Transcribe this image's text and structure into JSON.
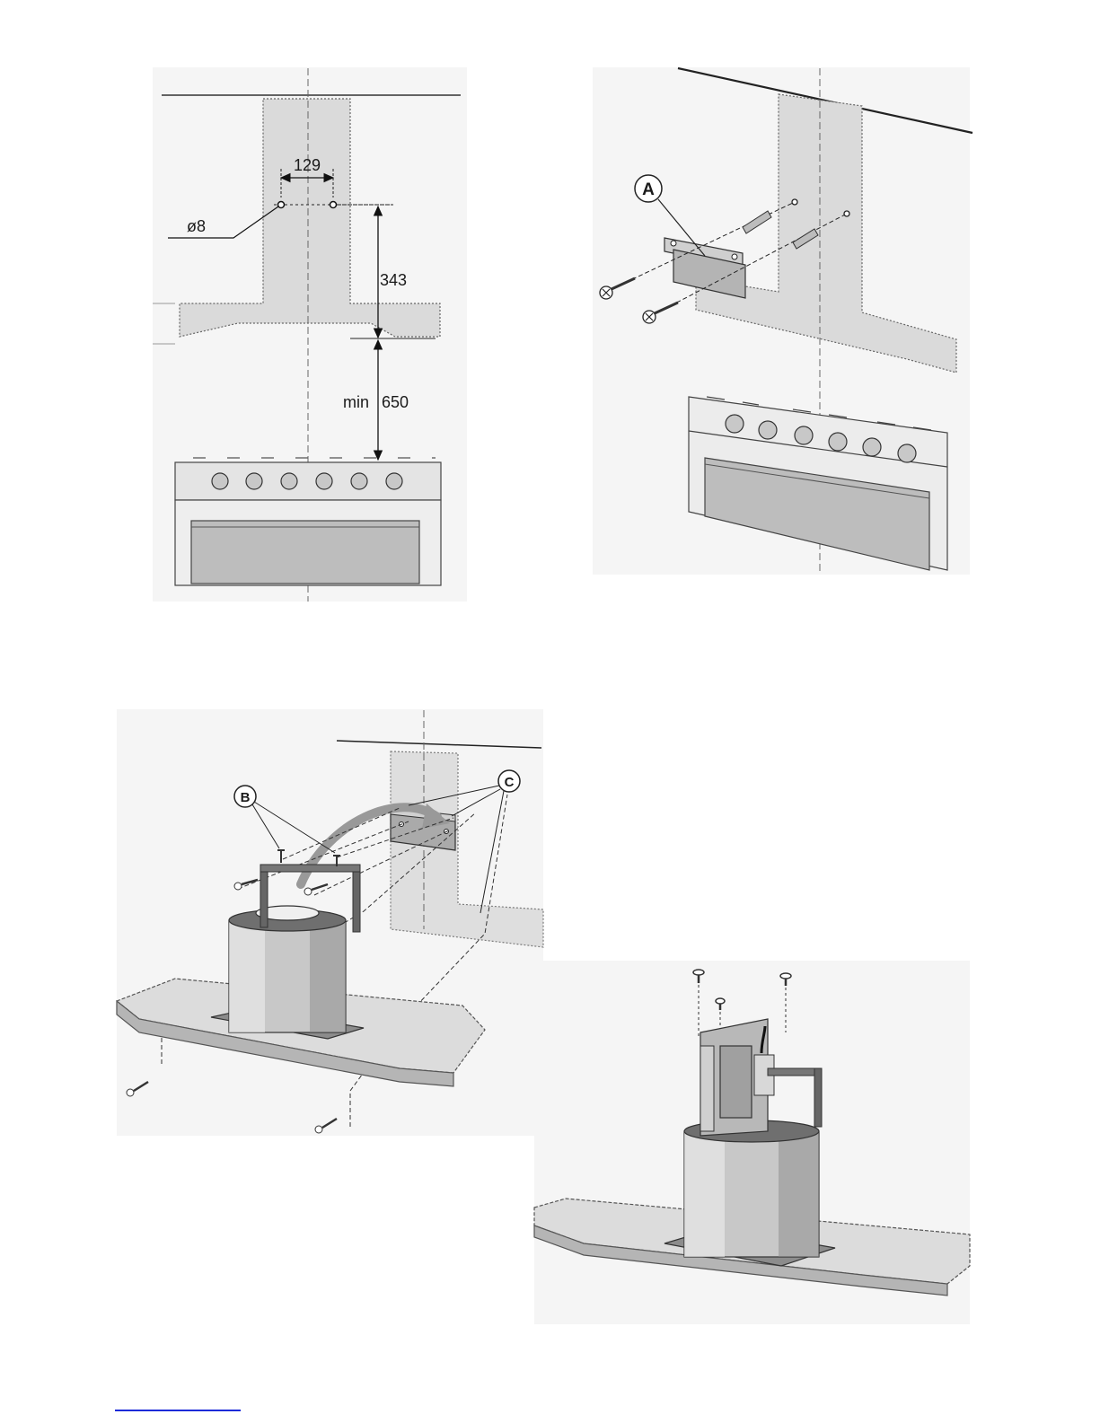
{
  "figure1": {
    "hole_spacing": "129",
    "hole_diameter": "ø8",
    "hole_height": "343",
    "min_label": "min",
    "min_height": "650"
  },
  "figure2": {
    "callout_a": "A"
  },
  "figure3": {
    "callout_b": "B",
    "callout_c": "C"
  },
  "colors": {
    "wall_shade": "#dadada",
    "steel_light": "#e6e6e6",
    "steel_dark": "#8a8a8a",
    "link": "#1c2bd9"
  },
  "icons": [
    "screw-icon",
    "wall-plug-icon",
    "arrow-icon"
  ]
}
